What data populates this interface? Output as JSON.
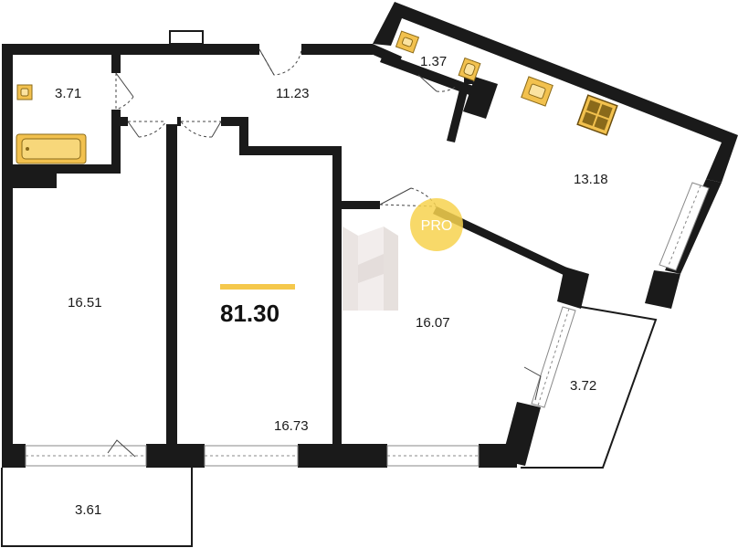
{
  "plan": {
    "total_area": "81.30",
    "rooms": [
      {
        "id": "bathroom",
        "area": "3.71"
      },
      {
        "id": "hallway",
        "area": "11.23"
      },
      {
        "id": "wc",
        "area": "1.37"
      },
      {
        "id": "kitchen",
        "area": "13.18"
      },
      {
        "id": "bedroom-left",
        "area": "16.51"
      },
      {
        "id": "bedroom-middle",
        "area": "16.73"
      },
      {
        "id": "living-room",
        "area": "16.07"
      },
      {
        "id": "loggia-right",
        "area": "3.72"
      },
      {
        "id": "balcony-bottom",
        "area": "3.61"
      }
    ],
    "badge": {
      "text": "PRO"
    }
  },
  "colors": {
    "wall": "#1a1a1a",
    "fixture": "#f2c14e",
    "fixture_stroke": "#8a6a1a",
    "accent_bar": "#f5c84c",
    "badge": "#f7d24f",
    "watermark": "#e3d9d5"
  },
  "icons": [
    "sink-icon",
    "bathtub-icon",
    "stove-icon",
    "door-swing-icon",
    "window-icon",
    "watermark-logo"
  ]
}
